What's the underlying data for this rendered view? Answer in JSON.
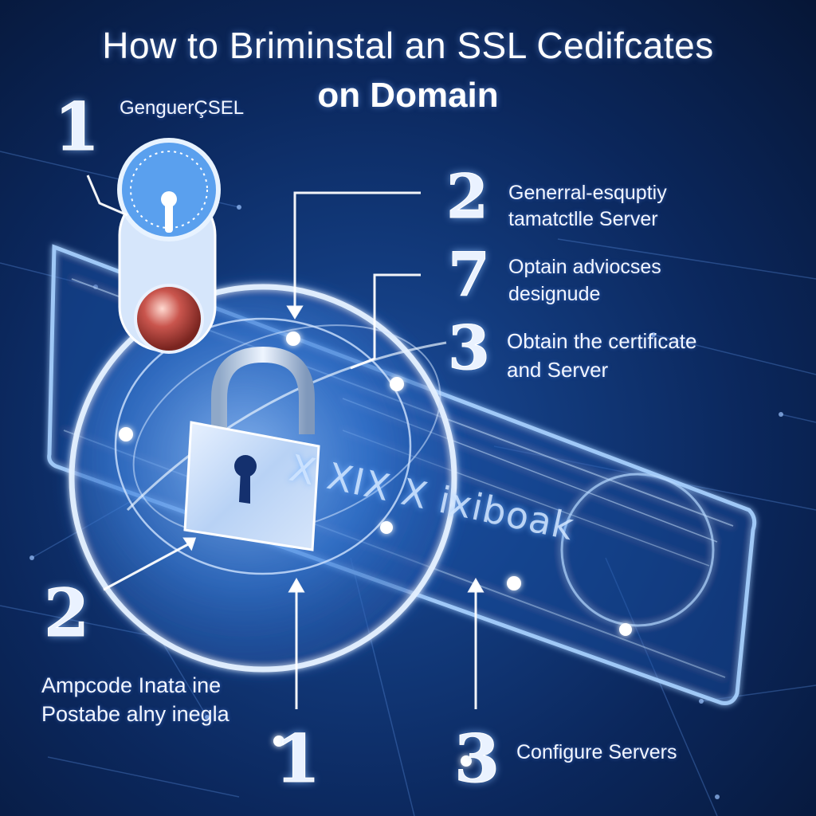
{
  "title": {
    "line1": "How to Briminstal an SSL Cedifcates",
    "line2": "on Domain"
  },
  "steps": [
    {
      "number": "1",
      "lines": [
        "GenguerÇSEL"
      ]
    },
    {
      "number": "2",
      "lines": [
        "Generral-esquptiy",
        "tamatctlle Server"
      ]
    },
    {
      "number": "7",
      "lines": [
        "Optain adviocses",
        "designude"
      ]
    },
    {
      "number": "3",
      "lines": [
        "Obtain the certificate",
        "and Server"
      ]
    },
    {
      "number": "2",
      "lines": [
        "Ampcode Inata ine",
        "Postabe alny inegla"
      ]
    },
    {
      "number": "1",
      "lines": []
    },
    {
      "number": "3",
      "lines": [
        "Configure Servers"
      ]
    }
  ],
  "graphic": {
    "bar_text": "X XIX X ixiboak",
    "icons": [
      "padlock-icon",
      "gauge-icon",
      "glowing-orb",
      "server-bar"
    ]
  },
  "colors": {
    "background": "#0b275c",
    "glow": "#8fc2ff",
    "text": "#ffffff"
  }
}
